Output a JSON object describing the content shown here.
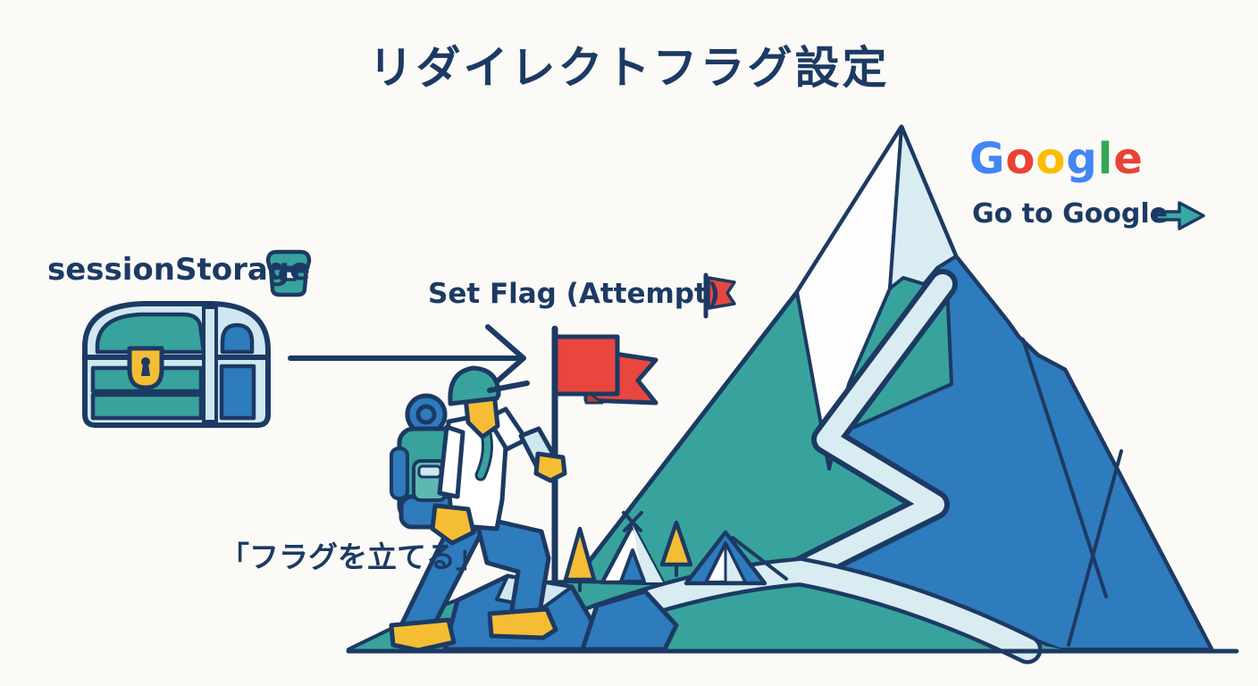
{
  "title": "リダイレクトフラグ設定",
  "storage": {
    "label": "sessionStorage",
    "icon": "storage-box-icon"
  },
  "flag_step": {
    "label": "Set Flag (Attempt)",
    "icon": "red-flag-icon"
  },
  "quote": {
    "label": "「フラグを立てる」"
  },
  "google": {
    "logo_letters": [
      {
        "char": "G",
        "style": "color:#4285F4"
      },
      {
        "char": "o",
        "style": "color:#EA4335"
      },
      {
        "char": "o",
        "style": "color:#FBBC05"
      },
      {
        "char": "g",
        "style": "color:#4285F4"
      },
      {
        "char": "l",
        "style": "color:#34A853"
      },
      {
        "char": "e",
        "style": "color:#EA4335"
      }
    ],
    "link_label": "Go to Google",
    "icon": "arrow-right-icon"
  },
  "icons": {
    "treasure_chest": "treasure-chest-icon",
    "storage_box": "storage-box-icon",
    "red_flag": "red-flag-icon",
    "big_flag": "flag-on-pole",
    "hiker": "hiker-figure",
    "mountain": "mountain-illustration",
    "arrow_right": "arrow-right-icon"
  },
  "colors": {
    "background": "#fbfaf7",
    "navy": "#1c3a63",
    "teal": "#38a39c",
    "blue": "#2e7bbd",
    "ice": "#d9ecf2",
    "frame": "#cfe7f0",
    "red": "#e8463f",
    "red_dark": "#c8372f",
    "yellow": "#f4bd34",
    "google_blue": "#4285F4",
    "google_red": "#EA4335",
    "google_yellow": "#FBBC05",
    "google_green": "#34A853"
  }
}
